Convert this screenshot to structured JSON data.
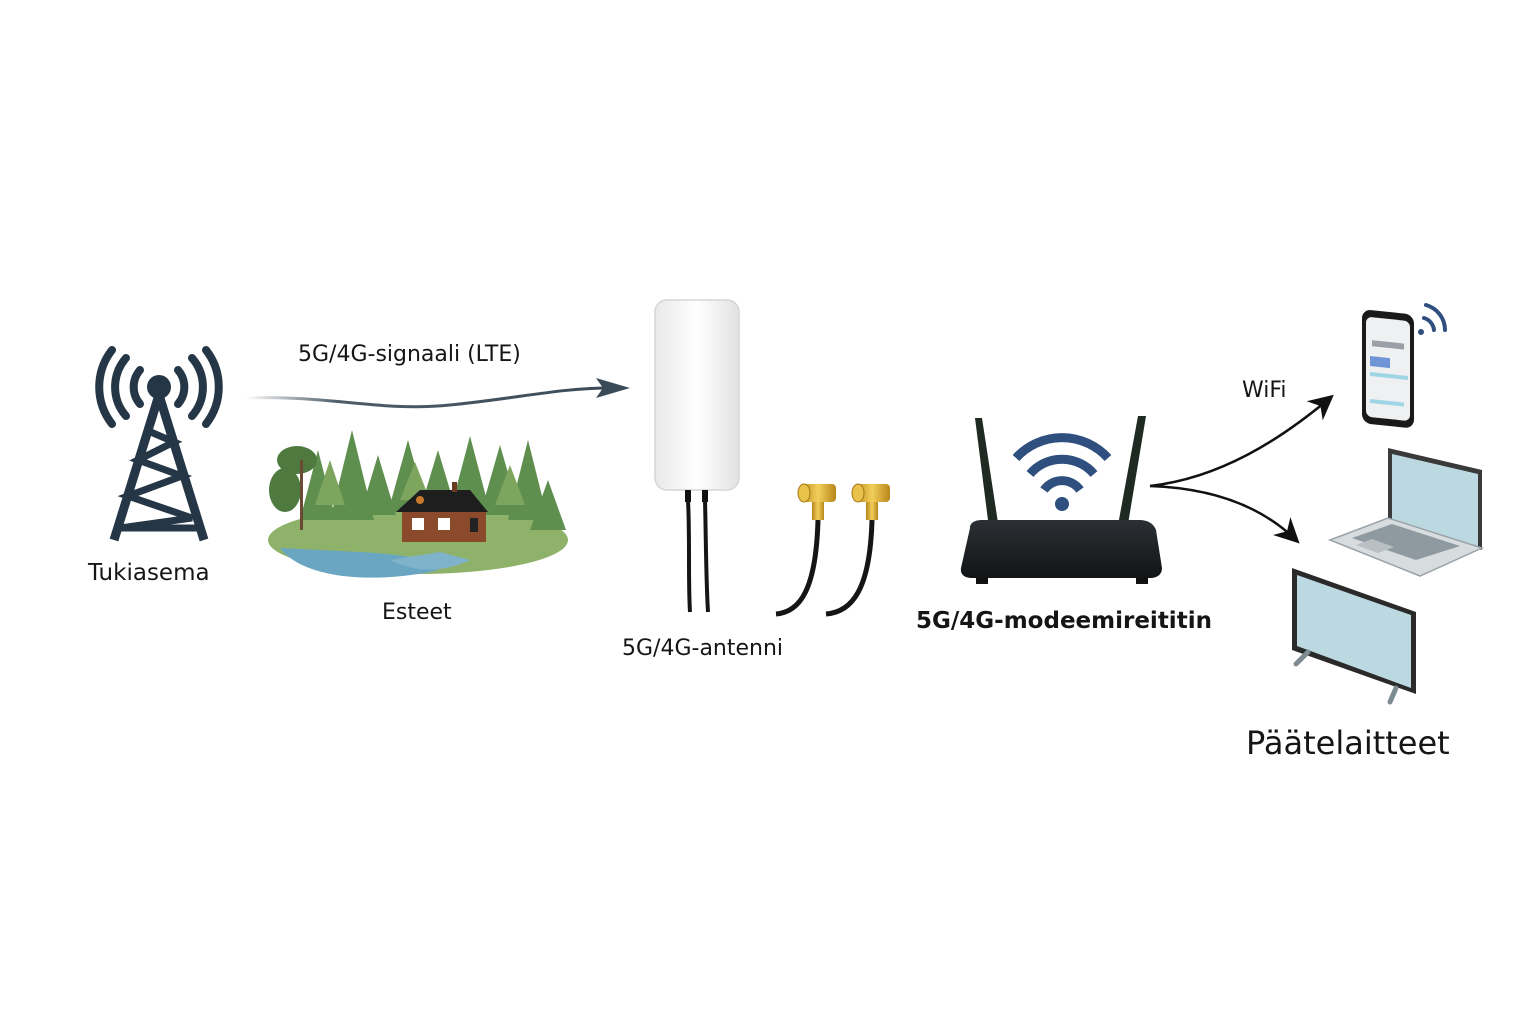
{
  "title": "5G/4G network connection diagram",
  "nodes": {
    "base_station": {
      "label": "Tukiasema",
      "icon": "cell-tower-icon"
    },
    "signal": {
      "label": "5G/4G-signaali (LTE)"
    },
    "obstacles": {
      "label": "Esteet",
      "icon": "forest-cabin-illustration"
    },
    "antenna": {
      "label": "5G/4G-antenni",
      "icon": "mimo-antenna-icon"
    },
    "router": {
      "label": "5G/4G-modeemireititin",
      "icon": "router-icon"
    },
    "wifi": {
      "label": "WiFi"
    },
    "devices": {
      "label": "Päätelaitteet",
      "items": [
        "smartphone",
        "laptop",
        "tv"
      ]
    }
  },
  "colors": {
    "tower": "#253646",
    "signal_arrow": "#3a4a57",
    "wifi_blue": "#2f4f7f",
    "router_body": "#1c1f22",
    "antenna_body": "#f4f4f4",
    "connector_gold": "#d4a52a",
    "screen": "#bcd9e2"
  }
}
